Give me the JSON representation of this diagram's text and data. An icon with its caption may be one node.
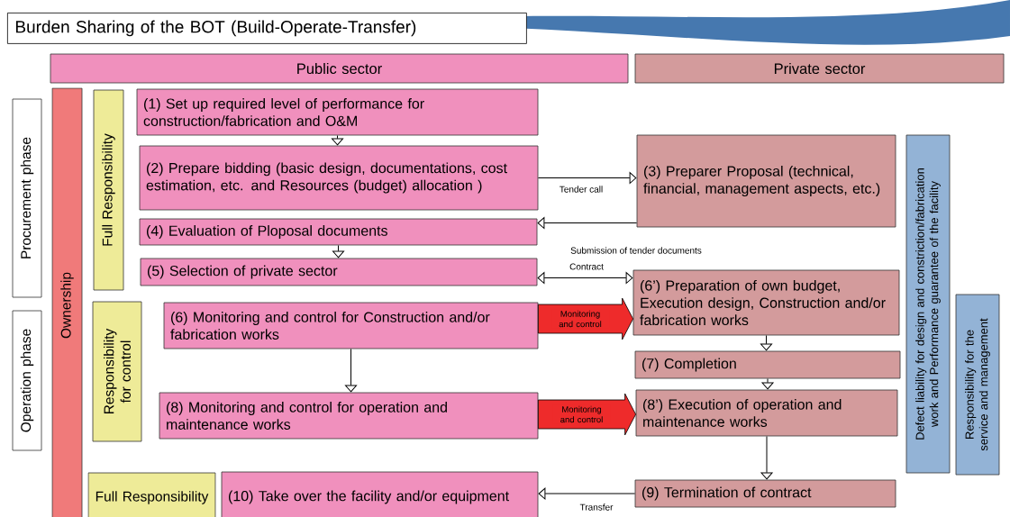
{
  "diagram": {
    "title": "Burden Sharing of the BOT (Build-Operate-Transfer)",
    "nodes": [
      {
        "text": [
          "Public sector"
        ]
      },
      {
        "text": [
          "Private sector"
        ]
      },
      {
        "text": [
          "Procurement phase"
        ]
      },
      {
        "text": [
          "Operation phase"
        ]
      },
      {
        "text": [
          "Ownership"
        ]
      },
      {
        "text": [
          "Full Responsibility"
        ]
      },
      {
        "text": [
          "Responsibility for control"
        ]
      },
      {
        "text": [
          "Full Responsibility"
        ]
      },
      {
        "text": [
          "(1) Set up required level of performance for construction/fabrication and O&M"
        ]
      },
      {
        "text": [
          "(2) Prepare bidding (basic design, documentations, cost estimation, etc. and Resources (budget) allocation )"
        ]
      },
      {
        "text": [
          "(4) Evaluation of  Ploposal documents"
        ]
      },
      {
        "text": [
          "(5) Selection of private sector"
        ]
      },
      {
        "text": [
          "(6) Monitoring and control for Construction and/or fabrication works"
        ]
      },
      {
        "text": [
          "(8) Monitoring and control for operation and maintenance works"
        ]
      },
      {
        "text": [
          "(10) Take over the facility and/or equipment"
        ]
      },
      {
        "text": [
          "(3) Preparer Proposal (technical, financial, management aspects, etc.)"
        ]
      },
      {
        "text": [
          "(6’) Preparation of own budget, Execution design, Construction and/or fabrication works"
        ]
      },
      {
        "text": [
          "(7) Completion"
        ]
      },
      {
        "text": [
          "(8’) Execution of operation and maintenance works"
        ]
      },
      {
        "text": [
          "(9) Termination of  contract"
        ]
      },
      {
        "text": [
          "Defect liability for design and constriction/fabrication work  and Performance guarantee of the facility"
        ]
      },
      {
        "text": [
          "Responsibility for the service and management"
        ]
      }
    ],
    "edges": [
      {
        "from": 8,
        "to": 9,
        "arrow": "to"
      },
      {
        "from": 9,
        "to": 15,
        "arrow": "to",
        "label": "Tender call"
      },
      {
        "from": 15,
        "to": 10,
        "arrow": "to",
        "label": "Submission of tender documents"
      },
      {
        "from": 10,
        "to": 11,
        "arrow": "to"
      },
      {
        "from": 11,
        "to": 16,
        "arrow": "both",
        "label": "Contract"
      },
      {
        "from": 12,
        "to": 16,
        "arrow": "to",
        "label": "Monitoring and control",
        "style": "thick",
        "color": "#ee2b2b"
      },
      {
        "from": 12,
        "to": 13,
        "arrow": "to"
      },
      {
        "from": 16,
        "to": 17,
        "arrow": "to"
      },
      {
        "from": 17,
        "to": 18,
        "arrow": "to"
      },
      {
        "from": 13,
        "to": 18,
        "arrow": "to",
        "label": "Monitoring and control",
        "style": "thick",
        "color": "#ee2b2b"
      },
      {
        "from": 18,
        "to": 19,
        "arrow": "to"
      },
      {
        "from": 19,
        "to": 14,
        "arrow": "to",
        "label": "Transfer"
      }
    ]
  }
}
